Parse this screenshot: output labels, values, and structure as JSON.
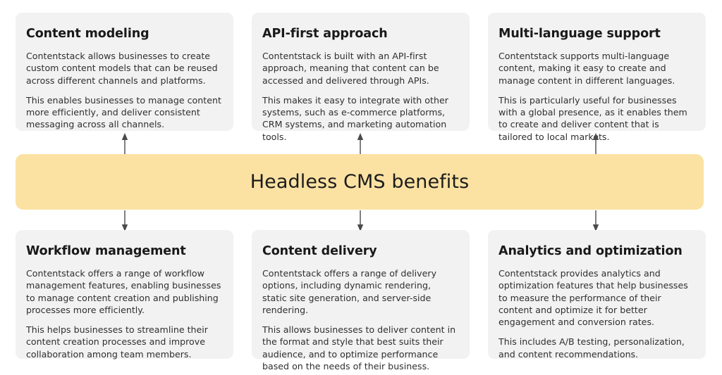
{
  "diagram": {
    "center": {
      "title": "Headless CMS benefits",
      "background_color": "#fbe2a3",
      "text_color": "#1c1c1c"
    },
    "card_background_color": "#f2f2f2",
    "canvas_background_color": "#ffffff",
    "arrow_color": "#4a4a4a",
    "top_cards": [
      {
        "title": "Content modeling",
        "para1": "Contentstack allows businesses to create custom content models that can be reused across different channels and platforms.",
        "para2": "This enables businesses to manage content more efficiently, and deliver consistent messaging across all channels."
      },
      {
        "title": "API-first approach",
        "para1": "Contentstack is built with an API-first approach, meaning that content can be accessed and delivered through APIs.",
        "para2": "This makes it easy to integrate with other systems, such as e-commerce platforms, CRM systems, and marketing automation tools."
      },
      {
        "title": "Multi-language support",
        "para1": "Contentstack supports multi-language content, making it easy to create and manage content in different languages.",
        "para2": "This is particularly useful for businesses with a global presence, as it enables them to create and deliver content that is tailored to local markets."
      }
    ],
    "bottom_cards": [
      {
        "title": "Workflow management",
        "para1": "Contentstack offers a range of workflow management features, enabling businesses to manage content creation and publishing processes more efficiently.",
        "para2": "This helps businesses to streamline their content creation processes and improve collaboration among team members."
      },
      {
        "title": "Content delivery",
        "para1": "Contentstack offers a range of delivery options, including dynamic rendering, static site generation, and server-side rendering.",
        "para2": "This allows businesses to deliver content in the format and style that best suits their audience, and to optimize performance based on the needs of their business."
      },
      {
        "title": "Analytics and optimization",
        "para1": "Contentstack provides analytics and optimization features that help businesses to measure the performance of their content and optimize it for better engagement and conversion rates.",
        "para2": "This includes A/B testing, personalization, and content recommendations."
      }
    ],
    "connectors": [
      {
        "direction": "up",
        "icon": "arrow-up-icon",
        "from": "center",
        "to": "Content modeling"
      },
      {
        "direction": "up",
        "icon": "arrow-up-icon",
        "from": "center",
        "to": "API-first approach"
      },
      {
        "direction": "up",
        "icon": "arrow-up-icon",
        "from": "center",
        "to": "Multi-language support"
      },
      {
        "direction": "down",
        "icon": "arrow-down-icon",
        "from": "center",
        "to": "Workflow management"
      },
      {
        "direction": "down",
        "icon": "arrow-down-icon",
        "from": "center",
        "to": "Content delivery"
      },
      {
        "direction": "down",
        "icon": "arrow-down-icon",
        "from": "center",
        "to": "Analytics and optimization"
      }
    ]
  }
}
